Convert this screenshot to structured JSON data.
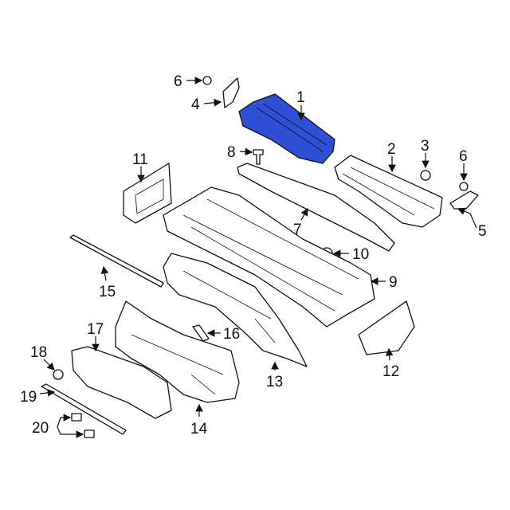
{
  "diagram": {
    "highlight_color": "#2f4fd6",
    "callouts": [
      {
        "id": "c1",
        "label": "1"
      },
      {
        "id": "c2",
        "label": "2"
      },
      {
        "id": "c3",
        "label": "3"
      },
      {
        "id": "c4",
        "label": "4"
      },
      {
        "id": "c5",
        "label": "5"
      },
      {
        "id": "c6a",
        "label": "6"
      },
      {
        "id": "c6b",
        "label": "6"
      },
      {
        "id": "c7",
        "label": "7"
      },
      {
        "id": "c8",
        "label": "8"
      },
      {
        "id": "c9",
        "label": "9"
      },
      {
        "id": "c10",
        "label": "10"
      },
      {
        "id": "c11",
        "label": "11"
      },
      {
        "id": "c12",
        "label": "12"
      },
      {
        "id": "c13",
        "label": "13"
      },
      {
        "id": "c14",
        "label": "14"
      },
      {
        "id": "c15",
        "label": "15"
      },
      {
        "id": "c16",
        "label": "16"
      },
      {
        "id": "c17",
        "label": "17"
      },
      {
        "id": "c18",
        "label": "18"
      },
      {
        "id": "c19",
        "label": "19"
      },
      {
        "id": "c20",
        "label": "20"
      }
    ]
  }
}
